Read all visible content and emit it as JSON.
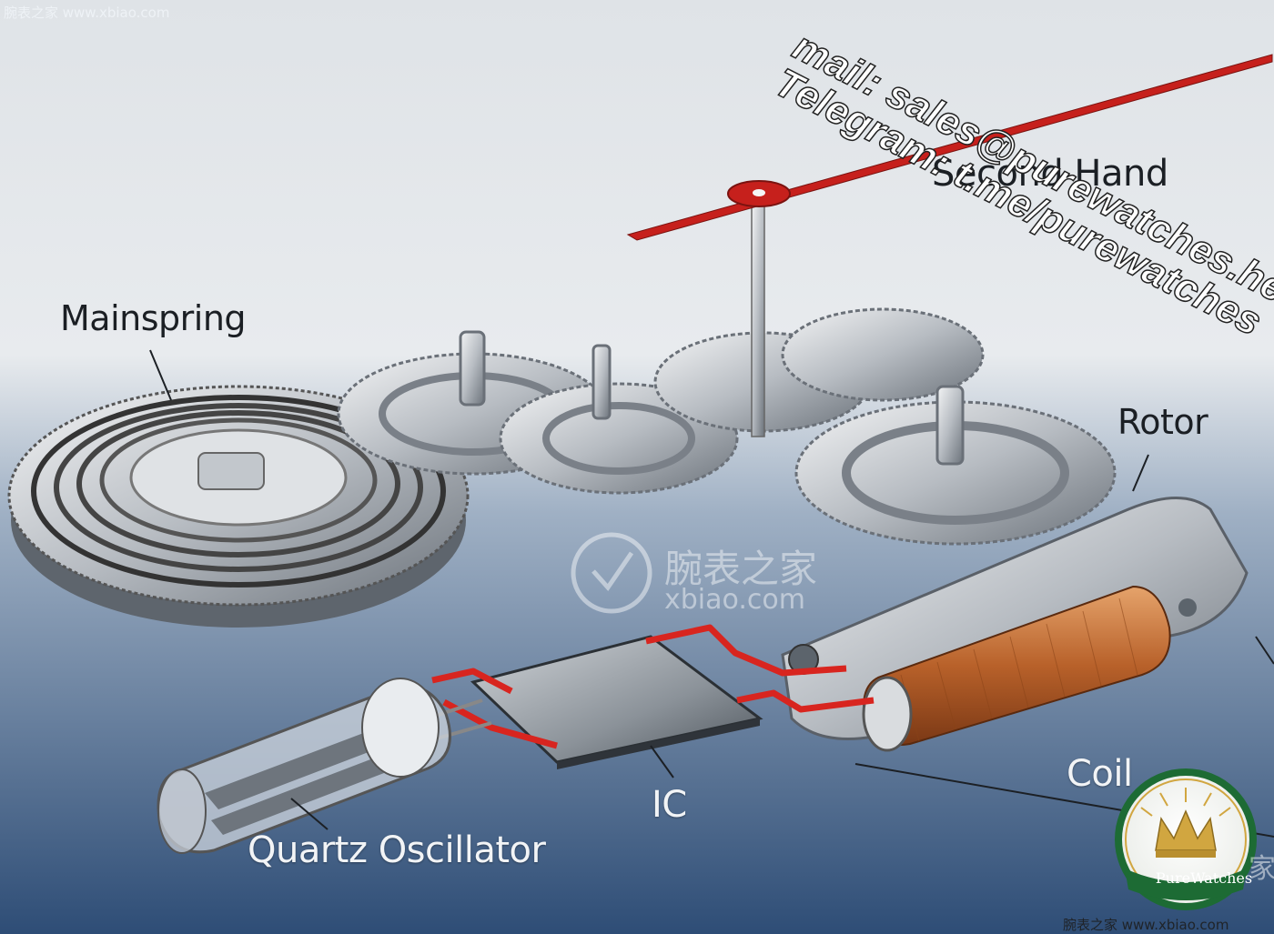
{
  "labels": {
    "mainspring": "Mainspring",
    "second_hand": "Second Hand",
    "rotor": "Rotor",
    "coil": "Coil",
    "ic": "IC",
    "quartz_oscillator": "Quartz Oscillator"
  },
  "watermarks": {
    "top_left": "腕表之家 www.xbiao.com",
    "bottom_right": "腕表之家 www.xbiao.com",
    "center_cn": "腕表之家",
    "center_domain": "xbiao.com",
    "right_cn": "家"
  },
  "overlay": {
    "mail": "mail: sales@purewatches.help",
    "telegram": "Telegram: t.me/purewatches"
  },
  "badge": {
    "text": "PureWatches",
    "icon": "crown-icon"
  },
  "colors": {
    "background_top": "#e6e9ec",
    "background_bottom": "#2f4f78",
    "metal": "#c7cbd0",
    "wire": "#d8251f",
    "coil": "#c76b2f",
    "badge_green": "#1d6b34",
    "badge_gold": "#d1a640"
  }
}
